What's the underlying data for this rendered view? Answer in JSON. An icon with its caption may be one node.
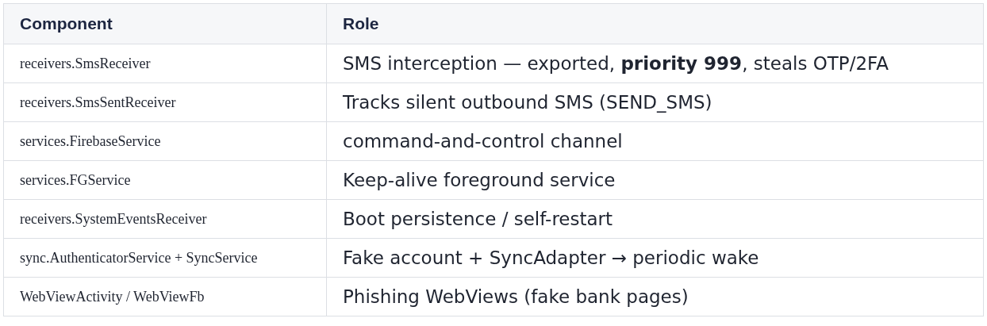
{
  "diagram": {
    "labels": [
      "Component",
      "Role",
      "receivers.SmsReceiver",
      "SMS interception — exported, **priority 999**, steals OTP/2FA",
      "receivers.SmsSentReceiver",
      "Tracks silent outbound SMS (SEND_SMS)",
      "services.FirebaseService",
      "command-and-control channel",
      "services.FGService",
      "Keep-alive foreground service",
      "receivers.SystemEventsReceiver",
      "Boot persistence / self-restart",
      "sync.AuthenticatorService + SyncService",
      "Fake account + SyncAdapter → periodic wake",
      "WebViewActivity / WebViewFb",
      "Phishing WebViews (fake bank pages)"
    ]
  }
}
